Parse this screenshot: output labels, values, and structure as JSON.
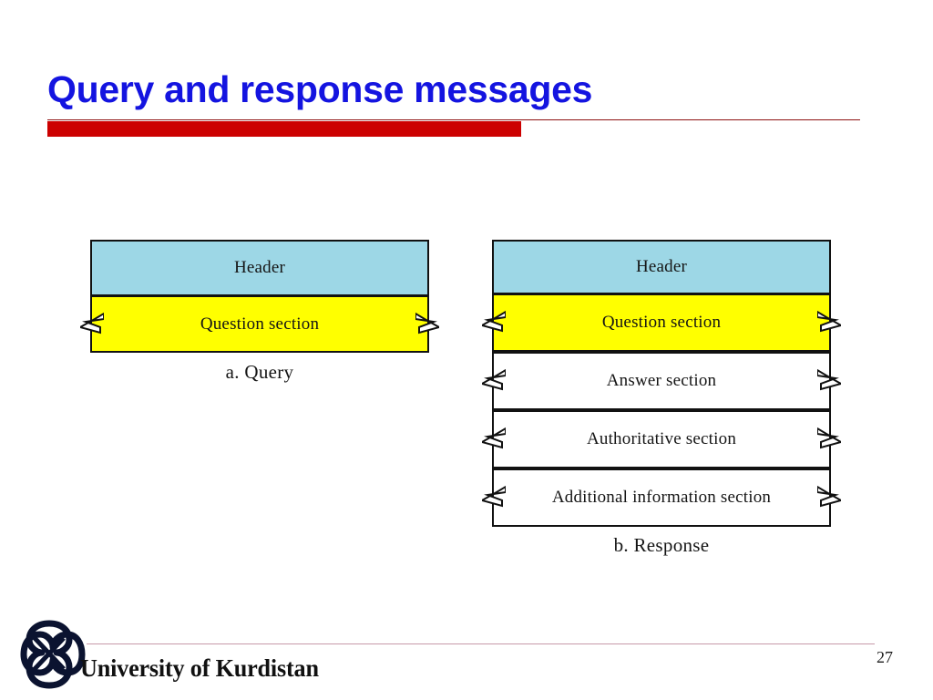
{
  "slide": {
    "title": "Query and response messages",
    "title_color": "#1414E0",
    "accent_bar_color": "#CC0000",
    "accent_rule_color": "#8E1212",
    "page_number": "27"
  },
  "colors": {
    "header_fill": "#9DD7E6",
    "question_fill": "#FFFF00",
    "section_fill": "#FFFFFF",
    "outline": "#111111",
    "footer_rule": "#C69AA8"
  },
  "diagrams": [
    {
      "id": "query",
      "caption": "a. Query",
      "rows": [
        {
          "label": "Header",
          "fill": "#9DD7E6",
          "zigzag": false
        },
        {
          "label": "Question section",
          "fill": "#FFFF00",
          "zigzag": true
        }
      ]
    },
    {
      "id": "response",
      "caption": "b. Response",
      "rows": [
        {
          "label": "Header",
          "fill": "#9DD7E6",
          "zigzag": false
        },
        {
          "label": "Question section",
          "fill": "#FFFF00",
          "zigzag": true
        },
        {
          "label": "Answer section",
          "fill": "#FFFFFF",
          "zigzag": true
        },
        {
          "label": "Authoritative section",
          "fill": "#FFFFFF",
          "zigzag": true
        },
        {
          "label": "Additional information section",
          "fill": "#FFFFFF",
          "zigzag": true
        }
      ]
    }
  ],
  "footer": {
    "organization": "University of Kurdistan",
    "logo_icon": "kurdistan-knot-logo-icon"
  }
}
